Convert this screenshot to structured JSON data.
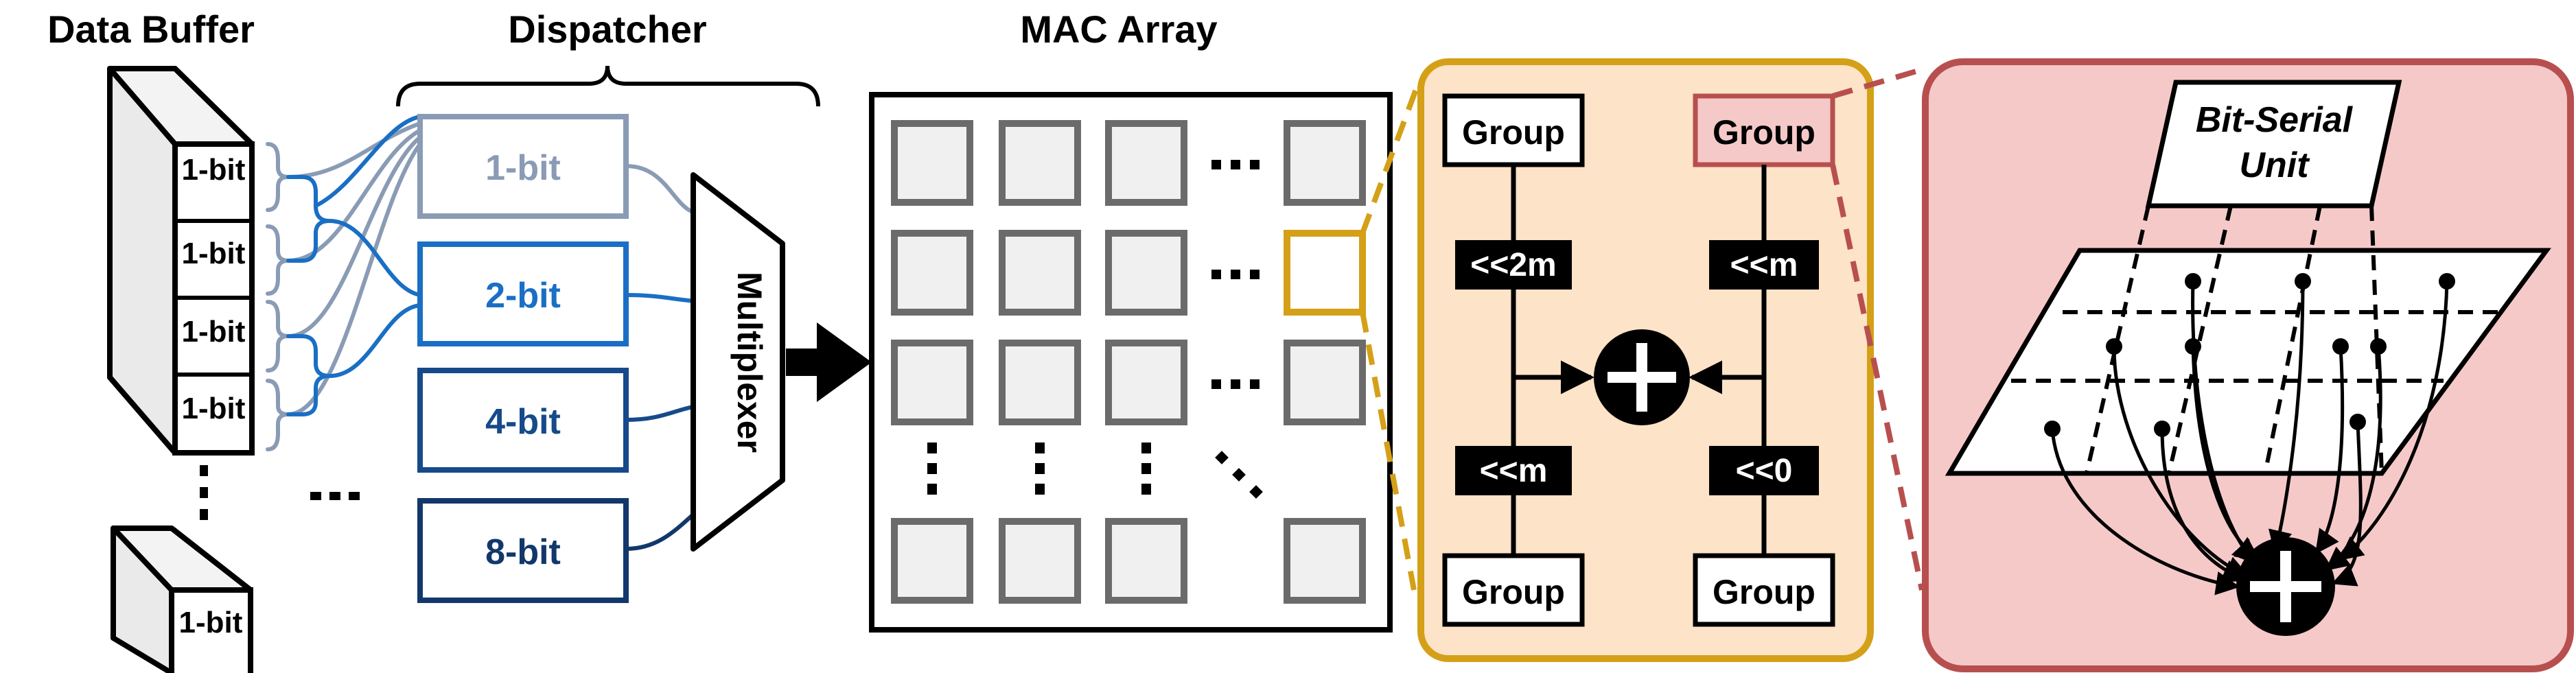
{
  "titles": {
    "data_buffer": "Data Buffer",
    "dispatcher": "Dispatcher",
    "mac_array": "MAC Array"
  },
  "buffer": {
    "cell_label": "1-bit",
    "small_cell_label": "1-bit"
  },
  "dispatcher": {
    "boxes": [
      {
        "label": "1-bit",
        "color": "#8a9bb5"
      },
      {
        "label": "2-bit",
        "color": "#1a6fc4"
      },
      {
        "label": "4-bit",
        "color": "#164a8a"
      },
      {
        "label": "8-bit",
        "color": "#12386b"
      }
    ]
  },
  "multiplexer": {
    "label": "Multiplexer"
  },
  "group_panel": {
    "group_label": "Group",
    "shifts": [
      "<<2m",
      "<<m",
      "<<m",
      "<<0"
    ],
    "bg_color": "#fde3c8",
    "border_color": "#d4a017"
  },
  "bitserial_panel": {
    "unit_label_line1": "Bit-Serial",
    "unit_label_line2": "Unit",
    "bg_color": "#f6c9c9",
    "border_color": "#b84f4f"
  },
  "ellipsis": "…"
}
